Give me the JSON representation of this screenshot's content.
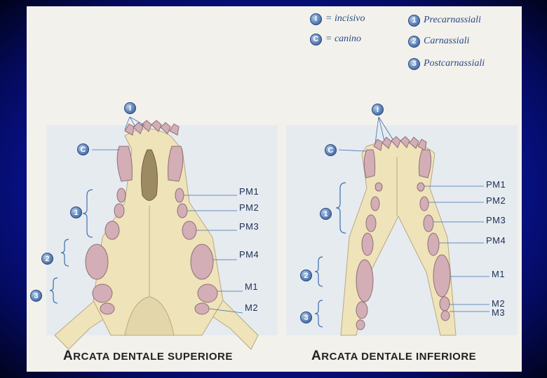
{
  "legend": {
    "incisors": {
      "badge": "I",
      "text": "= incisivo"
    },
    "canine": {
      "badge": "C",
      "text": "= canino"
    },
    "groups": [
      {
        "badge": "1",
        "text": "Precarnassiali"
      },
      {
        "badge": "2",
        "text": "Carnassiali"
      },
      {
        "badge": "3",
        "text": "Postcarnassiali"
      }
    ]
  },
  "upper_arch": {
    "title_initial": "A",
    "title_rest": "RCATA DENTALE SUPERIORE",
    "badges": {
      "incisor": "I",
      "canine": "C",
      "g1": "1",
      "g2": "2",
      "g3": "3"
    },
    "teeth": [
      "PM1",
      "PM2",
      "PM3",
      "PM4",
      "M1",
      "M2"
    ]
  },
  "lower_arch": {
    "title_initial": "A",
    "title_rest": "RCATA DENTALE INFERIORE",
    "badges": {
      "incisor": "I",
      "canine": "C",
      "g1": "1",
      "g2": "2",
      "g3": "3"
    },
    "teeth": [
      "PM1",
      "PM2",
      "PM3",
      "PM4",
      "M1",
      "M2",
      "M3"
    ]
  },
  "colors": {
    "bone": "#efe3ba",
    "tooth": "#d3aeb6",
    "bone_shadow": "#cfc198",
    "line": "#3b6fb0",
    "frame": "#0a18b0"
  }
}
